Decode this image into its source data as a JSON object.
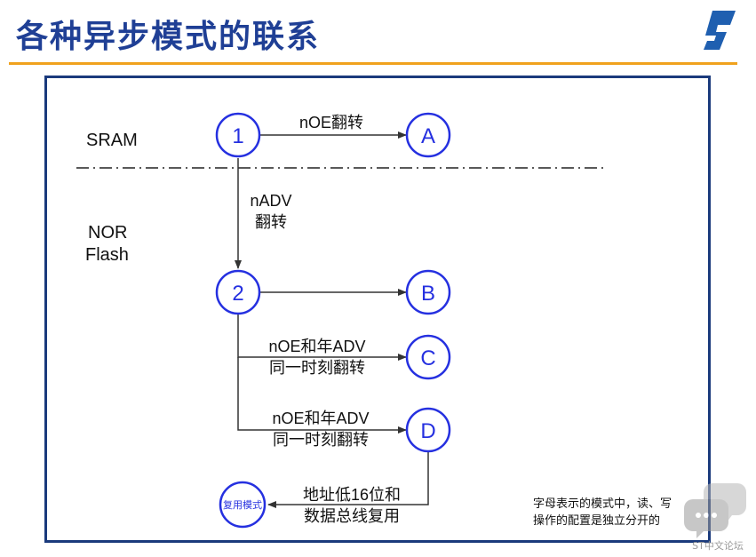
{
  "header": {
    "title": "各种异步模式的联系"
  },
  "regions": {
    "sram": "SRAM",
    "nor_line1": "NOR",
    "nor_line2": "Flash"
  },
  "nodes": {
    "n1": "1",
    "n2": "2",
    "a": "A",
    "b": "B",
    "c": "C",
    "d": "D",
    "mux": "复用模式"
  },
  "edges": {
    "one_to_a": "nOE翻转",
    "one_to_two_line1": "nADV",
    "one_to_two_line2": "翻转",
    "two_to_c_line1": "nOE和年ADV",
    "two_to_c_line2": "同一时刻翻转",
    "two_to_d_line1": "nOE和年ADV",
    "two_to_d_line2": "同一时刻翻转",
    "d_to_mux_line1": "地址低16位和",
    "d_to_mux_line2": "数据总线复用"
  },
  "note": {
    "line1": "字母表示的模式中，读、写",
    "line2": "操作的配置是独立分开的"
  },
  "watermark": {
    "text": "ST中文论坛"
  },
  "colors": {
    "title": "#1f3f95",
    "rule": "#f0a21d",
    "panel_border": "#1a3a7c",
    "node_stroke": "#2530e0",
    "node_text": "#2530e0",
    "arrow": "#333333"
  }
}
